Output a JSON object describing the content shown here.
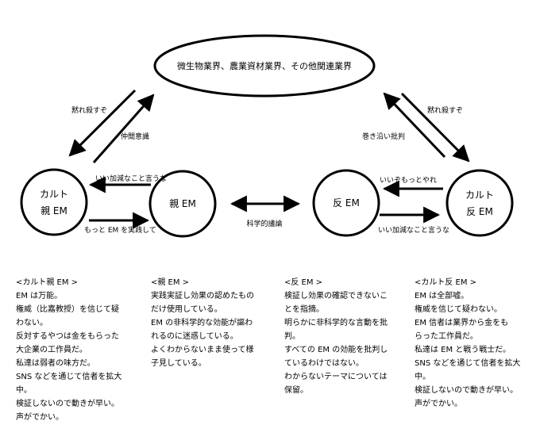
{
  "diagram": {
    "industry": "微生物業界、農業資材業界、その他関連業界",
    "nodes": {
      "cult_pro": [
        "カルト",
        "親 EM"
      ],
      "pro": "親 EM",
      "anti": "反 EM",
      "cult_anti": [
        "カルト",
        "反 EM"
      ]
    },
    "edges": {
      "left_top_down": "黙れ殺すぞ",
      "left_top_up": "仲間意識",
      "right_top_down": "黙れ殺すぞ",
      "right_top_up": "巻き沿い批判",
      "pro_to_cultpro": "いい加減なこと言うな",
      "cultpro_to_pro": "もっと EM を実践して",
      "center": "科学的議論",
      "cultanti_to_anti": "いいぞもっとやれ",
      "anti_to_cultanti": "いい加減なこと言うな"
    }
  },
  "columns": [
    {
      "title": "<カルト親 EM >",
      "lines": [
        "EM は万能。",
        "権威（比嘉教授）を信じて疑",
        "わない。",
        "反対するやつは金をもらった",
        "大企業の工作員だ。",
        "私達は弱者の味方だ。",
        "SNS などを通じて信者を拡大",
        "中。",
        "検証しないので動きが早い。",
        "声がでかい。"
      ]
    },
    {
      "title": "<親 EM >",
      "lines": [
        "実践実証し効果の認めたもの",
        "だけ使用している。",
        "EM の非科学的な効能が謳わ",
        "れるのに迷惑している。",
        "よくわからないまま使って様",
        "子見している。"
      ]
    },
    {
      "title": "<反 EM >",
      "lines": [
        "検証し効果の確認できないこ",
        "とを指摘。",
        "明らかに非科学的な言動を批",
        "判。",
        "すべての EM の効能を批判し",
        "ているわけではない。",
        "わからないテーマについては",
        "保留。"
      ]
    },
    {
      "title": "<カルト反 EM >",
      "lines": [
        "EM は全部嘘。",
        "権威を信じて疑わない。",
        "EM 信者は業界から金をも",
        "らった工作員だ。",
        "私達は EM と戦う戦士だ。",
        "SNS などを通じて信者を拡大",
        "中。",
        "検証しないので動きが早い。",
        "声がでかい。"
      ]
    }
  ]
}
